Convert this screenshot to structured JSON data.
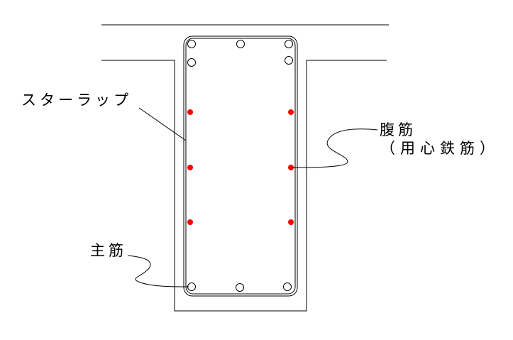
{
  "labels": {
    "stirrup": "スターラップ",
    "web_bar": "腹筋",
    "web_bar_sub": "（用心鉄筋）",
    "main_bar": "主筋"
  },
  "colors": {
    "line": "#000000",
    "web_bar_fill": "#ff0000",
    "main_bar_fill": "#ffffff"
  }
}
